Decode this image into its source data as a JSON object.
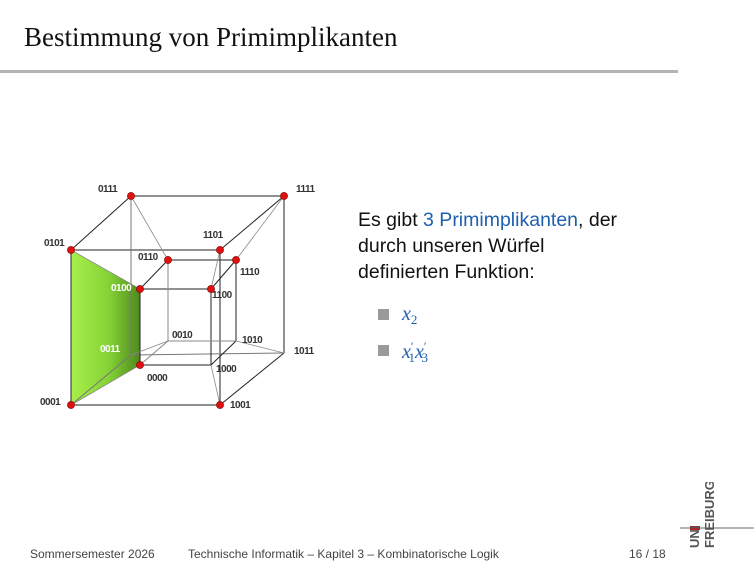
{
  "slide": {
    "title": "Bestimmung von Primimplikanten"
  },
  "cube": {
    "face_color": "#8ee03a",
    "node_color": "#e01010",
    "labels": {
      "n0111": "0111",
      "n1111": "1111",
      "n0101": "0101",
      "n1101": "1101",
      "n0110": "0110",
      "n1110": "1110",
      "n0100": "0100",
      "n1100": "1100",
      "n0010": "0010",
      "n1010": "1010",
      "n0011": "0011",
      "n1011": "1011",
      "n0000": "0000",
      "n1000": "1000",
      "n0001": "0001",
      "n1001": "1001"
    }
  },
  "content": {
    "line1_pre": "Es gibt ",
    "line1_highlight": "3 Primimplikanten",
    "line1_post": ", der",
    "line2": "durch unseren Würfel",
    "line3": "definierten Funktion:",
    "bullets": [
      {
        "var1": "x",
        "sub1": "2"
      },
      {
        "var1": "x",
        "sup1": "′",
        "sub1": "1",
        "var2": "x",
        "sup2": "′",
        "sub2": "3"
      }
    ]
  },
  "footer": {
    "semester": "Sommersemester 2026",
    "course": "Technische Informatik – Kapitel 3 – Kombinatorische Logik",
    "page": "16 / 18"
  },
  "logo": {
    "line1": "UNI",
    "line2": "FREIBURG"
  }
}
